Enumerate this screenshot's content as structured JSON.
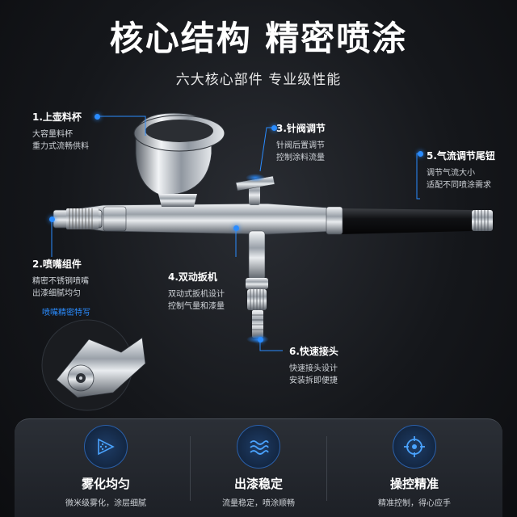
{
  "header": {
    "title": "核心结构 精密喷涂",
    "subtitle": "六大核心部件 专业级性能"
  },
  "parts": [
    {
      "title": "1.上壶料杯",
      "desc": [
        "大容量料杯",
        "重力式流畅供料"
      ]
    },
    {
      "title": "2.喷嘴组件",
      "desc": [
        "精密不锈钢喷嘴",
        "出漆细腻均匀"
      ]
    },
    {
      "title": "3.针阀调节",
      "desc": [
        "针阀后置调节",
        "控制涂料流量"
      ]
    },
    {
      "title": "4.双动扳机",
      "desc": [
        "双动式扳机设计",
        "控制气量和漆量"
      ]
    },
    {
      "title": "5.气流调节尾钮",
      "desc": [
        "调节气流大小",
        "适配不同喷涂需求"
      ]
    },
    {
      "title": "6.快速接头",
      "desc": [
        "快速接头设计",
        "安装拆即便捷"
      ]
    }
  ],
  "inset": {
    "label": "喷嘴精密特写"
  },
  "features": [
    {
      "title": "雾化均匀",
      "desc": "微米级雾化，涂层细腻",
      "icon": "spray-pattern-icon"
    },
    {
      "title": "出漆稳定",
      "desc": "流量稳定，喷涂顺畅",
      "icon": "wave-flow-icon"
    },
    {
      "title": "操控精准",
      "desc": "精准控制，得心应手",
      "icon": "crosshair-target-icon"
    }
  ],
  "colors": {
    "accent": "#2a8cff",
    "background": "#15171b"
  }
}
